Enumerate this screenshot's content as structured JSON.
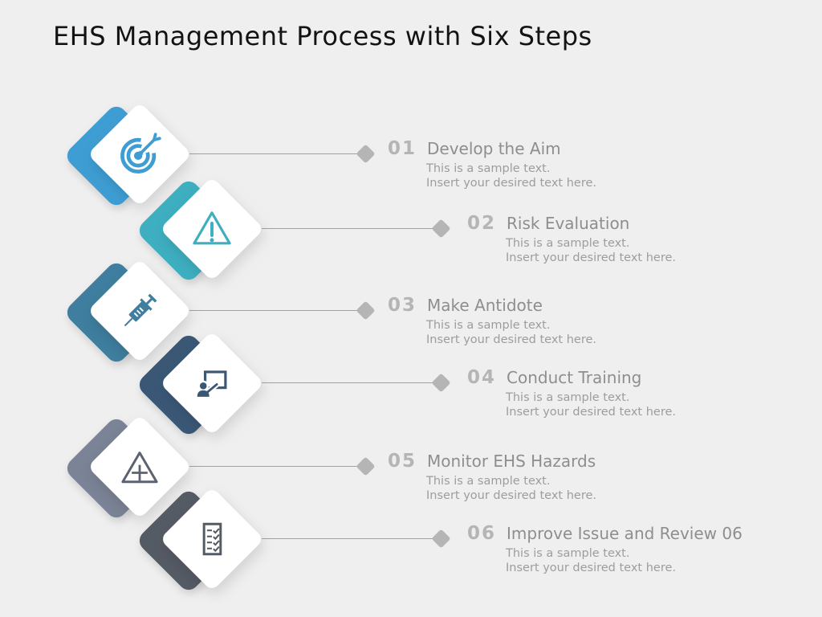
{
  "title": "EHS Management Process with Six Steps",
  "colors": {
    "background": "#EFEFEF",
    "title_text": "#131313",
    "number_text": "#B5B5B5",
    "step_title_text": "#8E8E8E",
    "body_text": "#9D9D9D",
    "connector_line": "#A2A2A2",
    "connector_dot": "#B5B5B5",
    "card_face": "#FFFFFF"
  },
  "steps": [
    {
      "number": "01",
      "title": "Develop the Aim",
      "body_line1": "This is a sample text.",
      "body_line2": "Insert your desired text here.",
      "color": "#3E9ED3",
      "icon_color": "#3E9ED3",
      "icon": "target-arrow-icon"
    },
    {
      "number": "02",
      "title": "Risk Evaluation",
      "body_line1": "This is a sample text.",
      "body_line2": "Insert your desired text here.",
      "color": "#3EAFC1",
      "icon_color": "#3EAFC1",
      "icon": "warning-triangle-icon"
    },
    {
      "number": "03",
      "title": "Make Antidote",
      "body_line1": "This is a sample text.",
      "body_line2": "Insert your desired text here.",
      "color": "#3F7E9E",
      "icon_color": "#3F7E9E",
      "icon": "syringe-icon"
    },
    {
      "number": "04",
      "title": "Conduct Training",
      "body_line1": "This is a sample text.",
      "body_line2": "Insert your desired text here.",
      "color": "#3A5876",
      "icon_color": "#3A5876",
      "icon": "presentation-trainer-icon"
    },
    {
      "number": "05",
      "title": "Monitor EHS Hazards",
      "body_line1": "This is a sample text.",
      "body_line2": "Insert your desired text here.",
      "color": "#7B8396",
      "icon_color": "#5C6370",
      "icon": "hazard-plus-triangle-icon"
    },
    {
      "number": "06",
      "title": "Improve Issue and Review 06",
      "body_line1": "This is a sample text.",
      "body_line2": "Insert your desired text here.",
      "color": "#555B65",
      "icon_color": "#555B65",
      "icon": "checklist-icon"
    }
  ]
}
